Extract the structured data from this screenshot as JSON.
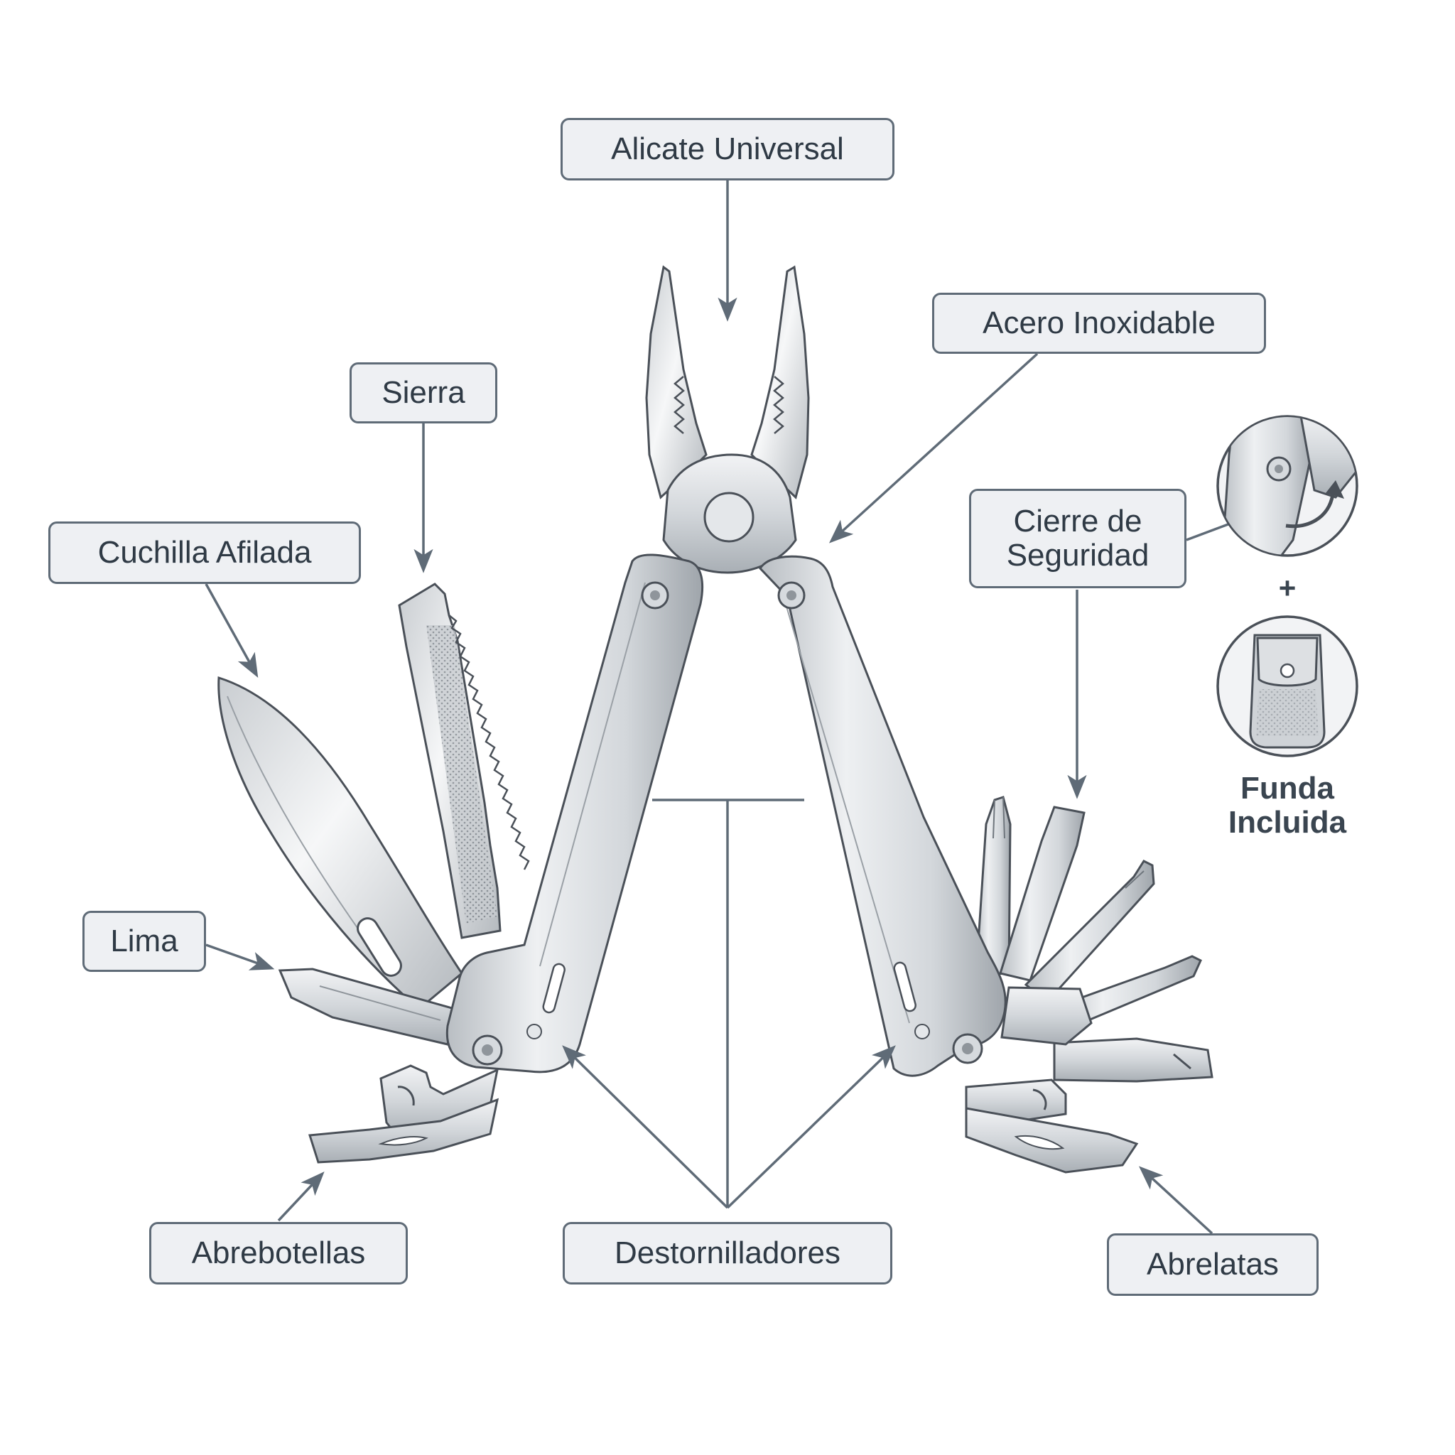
{
  "labels": {
    "pliers": "Alicate Universal",
    "steel": "Acero Inoxidable",
    "saw": "Sierra",
    "knife": "Cuchilla Afilada",
    "lock_line1": "Cierre de",
    "lock_line2": "Seguridad",
    "file": "Lima",
    "bottle_opener": "Abrebotellas",
    "screwdrivers": "Destornilladores",
    "can_opener": "Abrelatas",
    "sheath_line1": "Funda",
    "sheath_line2": "Incluida",
    "plus": "+"
  },
  "colors": {
    "background": "#ffffff",
    "label_fill": "#eef0f3",
    "label_border": "#5f6b77",
    "label_text": "#2f3a45",
    "leader_line": "#5f6b77",
    "steel_light": "#e6e8ea",
    "steel_mid": "#c3c7cb",
    "steel_dark": "#8f959b",
    "outline": "#4a5058"
  },
  "icons": {
    "lock_detail": "safety-lock-detail-icon",
    "sheath": "sheath-pouch-icon"
  }
}
